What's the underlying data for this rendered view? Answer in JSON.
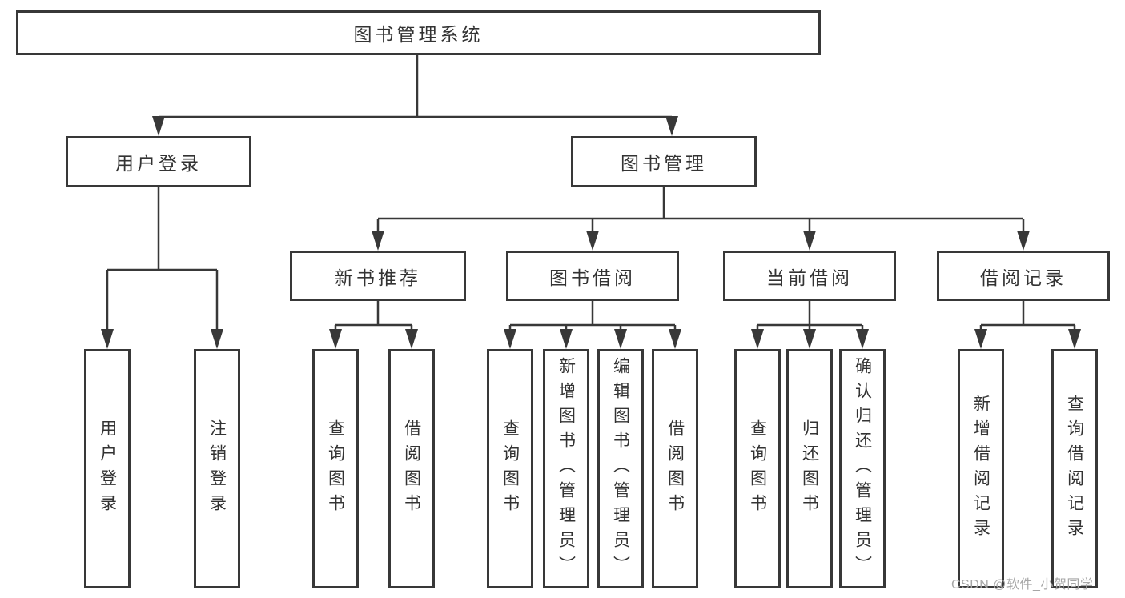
{
  "diagram": {
    "title": "图书管理系统",
    "level2": [
      "用户登录",
      "图书管理"
    ],
    "level3": [
      "新书推荐",
      "图书借阅",
      "当前借阅",
      "借阅记录"
    ],
    "leaves": {
      "user_login": [
        "用户登录",
        "注销登录"
      ],
      "new_book": [
        "查询图书",
        "借阅图书"
      ],
      "book_borrow": [
        "查询图书",
        "新增图书（管理员）",
        "编辑图书（管理员）",
        "借阅图书"
      ],
      "current_borrow": [
        "查询图书",
        "归还图书",
        "确认归还（管理员）"
      ],
      "borrow_record": [
        "新增借阅记录",
        "查询借阅记录"
      ]
    }
  },
  "watermark": "CSDN @软件_小贺同学",
  "colors": {
    "line": "#383838",
    "box_border": "#383838",
    "text": "#333333",
    "watermark": "#a6a6a6",
    "background": "#ffffff"
  }
}
